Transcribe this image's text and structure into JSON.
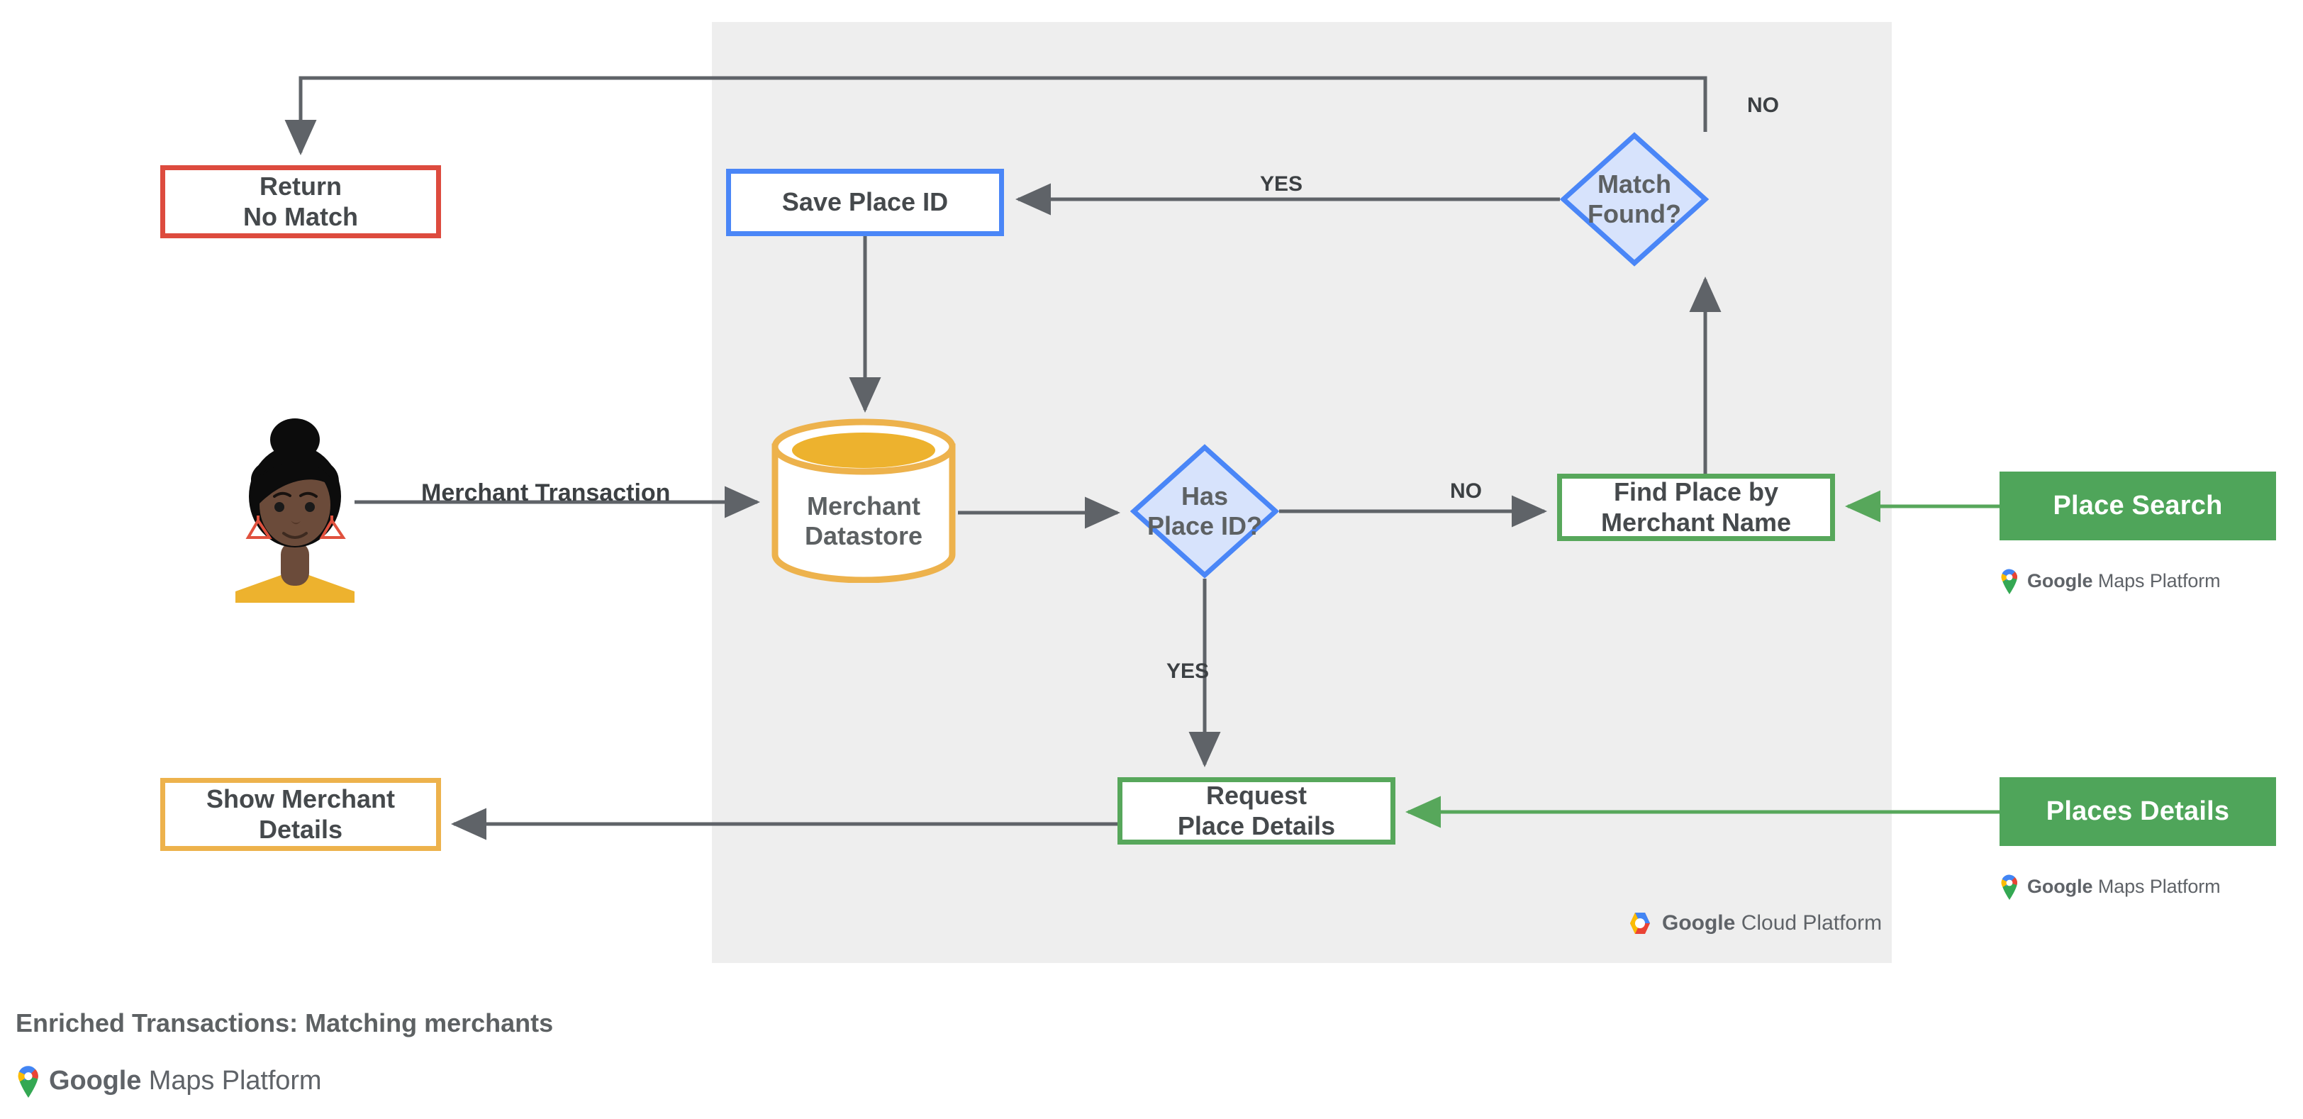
{
  "diagram": {
    "title": "Enriched Transactions: Matching merchants",
    "platform_panel_label": "Google Cloud Platform",
    "brand_lockup": "Google Maps Platform",
    "brand_word_1": "Google",
    "brand_word_2": "Maps Platform",
    "gcp_word_1": "Google",
    "gcp_word_2": "Cloud Platform"
  },
  "nodes": {
    "return_no_match": {
      "label": "Return\nNo Match",
      "shape": "process",
      "border_color": "#dd4b3e"
    },
    "save_place_id": {
      "label": "Save Place ID",
      "shape": "process",
      "border_color": "#4a86f7"
    },
    "match_found": {
      "label": "Match\nFound?",
      "shape": "decision",
      "border_color": "#4a86f7",
      "fill_color": "#d7e3fc"
    },
    "merchant_datastore": {
      "label": "Merchant\nDatastore",
      "shape": "datastore",
      "border_color": "#edb24c"
    },
    "has_place_id": {
      "label": "Has\nPlace ID?",
      "shape": "decision",
      "border_color": "#4a86f7",
      "fill_color": "#d7e3fc"
    },
    "find_place_by_merchant_name": {
      "label": "Find Place by\nMerchant Name",
      "shape": "process",
      "border_color": "#57a75b"
    },
    "request_place_details": {
      "label": "Request\nPlace Details",
      "shape": "process",
      "border_color": "#57a75b"
    },
    "show_merchant_details": {
      "label": "Show Merchant\nDetails",
      "shape": "process",
      "border_color": "#edb24c"
    },
    "place_search": {
      "label": "Place Search",
      "shape": "api-button",
      "fill_color": "#4fa55a"
    },
    "places_details": {
      "label": "Places Details",
      "shape": "api-button",
      "fill_color": "#4fa55a"
    }
  },
  "edge_labels": {
    "merchant_transaction": "Merchant Transaction",
    "yes_match_found": "YES",
    "no_match_found": "NO",
    "no_has_place_id": "NO",
    "yes_has_place_id": "YES"
  },
  "colors": {
    "panel_background": "#eeeeee",
    "edge_stroke": "#5f6368",
    "green_edge_stroke": "#57a75b",
    "text": "#5d6163",
    "red": "#dd4b3e",
    "blue": "#4a86f7",
    "amber": "#edb24c",
    "green": "#57a75b"
  }
}
